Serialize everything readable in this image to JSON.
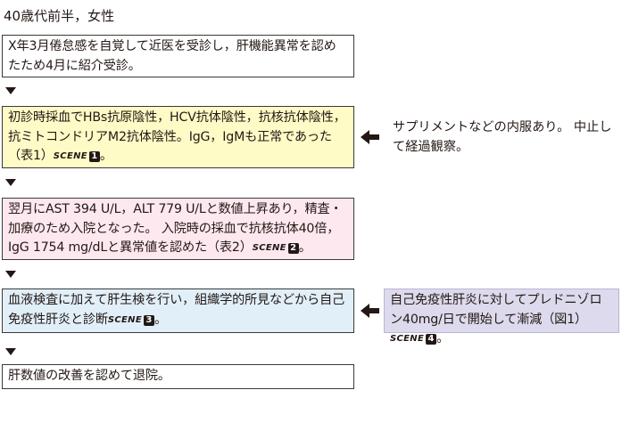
{
  "header": {
    "patient": "40歳代前半，女性"
  },
  "steps": [
    {
      "text": "X年3月倦怠感を自覚して近医を受診し，肝機能異常を認めたため4月に紹介受診。"
    },
    {
      "text": "初診時採血でHBs抗原陰性，HCV抗体陰性，抗核抗体陰性，抗ミトコンドリアM2抗体陰性。IgG，IgMも正常であった（表1）",
      "scene_label": "SCENE",
      "scene_num": "1",
      "suffix": "。"
    },
    {
      "text": "翌月にAST 394 U/L，ALT 779 U/Lと数値上昇あり，精査・加療のため入院となった。 入院時の採血で抗核抗体40倍，IgG 1754 mg/dLと異常値を認めた（表2）",
      "scene_label": "SCENE",
      "scene_num": "2",
      "suffix": "。"
    },
    {
      "text": "血液検査に加えて肝生検を行い，組織学的所見などから自己免疫性肝炎と診断",
      "scene_label": "SCENE",
      "scene_num": "3",
      "suffix": "。"
    },
    {
      "text": "肝数値の改善を認めて退院。"
    }
  ],
  "side_notes": [
    {
      "text": "サプリメントなどの内服あり。 中止して経過観察。"
    },
    {
      "text": "自己免疫性肝炎に対してプレドニゾロン40mg/日で開始して漸減（図1）",
      "scene_label": "SCENE",
      "scene_num": "4",
      "suffix": "。"
    }
  ]
}
